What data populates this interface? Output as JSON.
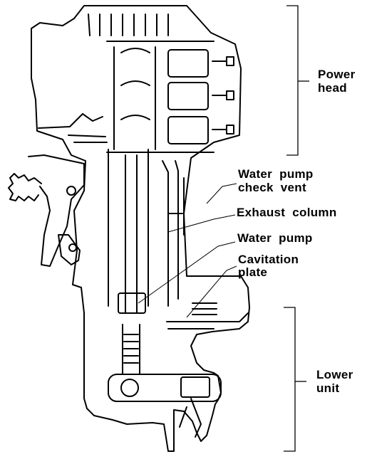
{
  "labels": {
    "power_head_1": "Power",
    "power_head_2": "head",
    "water_pump_check_vent_1": "Water  pump",
    "water_pump_check_vent_2": "check  vent",
    "exhaust_column": "Exhaust  column",
    "water_pump": "Water  pump",
    "cavitation_plate_1": "Cavitation",
    "cavitation_plate_2": "plate",
    "lower_unit_1": "Lower",
    "lower_unit_2": "unit"
  },
  "colors": {
    "ink": "#000000",
    "paper": "#ffffff"
  }
}
